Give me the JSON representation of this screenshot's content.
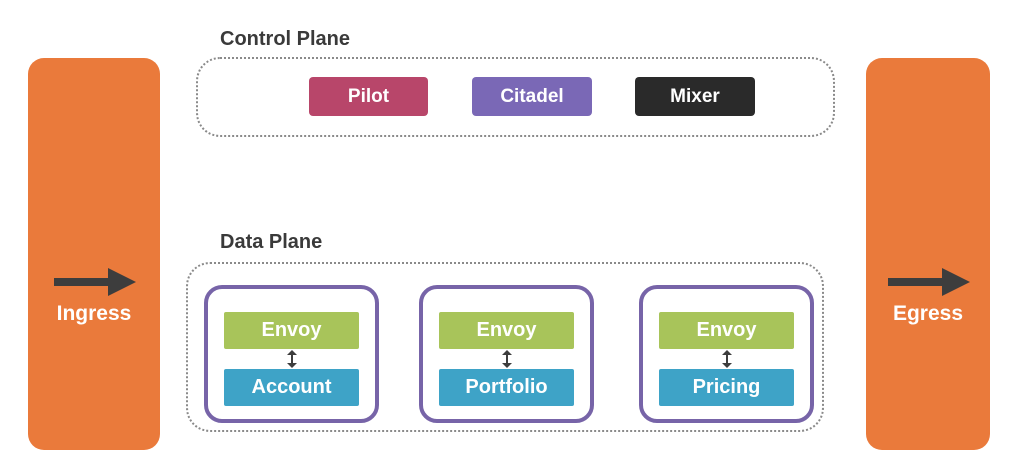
{
  "ingress": {
    "label": "Ingress"
  },
  "egress": {
    "label": "Egress"
  },
  "control_plane": {
    "title": "Control Plane",
    "components": [
      "Pilot",
      "Citadel",
      "Mixer"
    ]
  },
  "data_plane": {
    "title": "Data Plane",
    "pods": [
      {
        "proxy": "Envoy",
        "service": "Account"
      },
      {
        "proxy": "Envoy",
        "service": "Portfolio"
      },
      {
        "proxy": "Envoy",
        "service": "Pricing"
      }
    ]
  },
  "colors": {
    "gateway": "#ea7a3b",
    "pilot": "#b8466a",
    "citadel": "#7a68b6",
    "mixer": "#2a2a2a",
    "envoy": "#a8c45a",
    "service": "#3ea3c7",
    "pod_border": "#7764a8"
  },
  "icons": {
    "gateway_arrow": "right-arrow-icon",
    "pod_link": "double-arrow-icon"
  }
}
